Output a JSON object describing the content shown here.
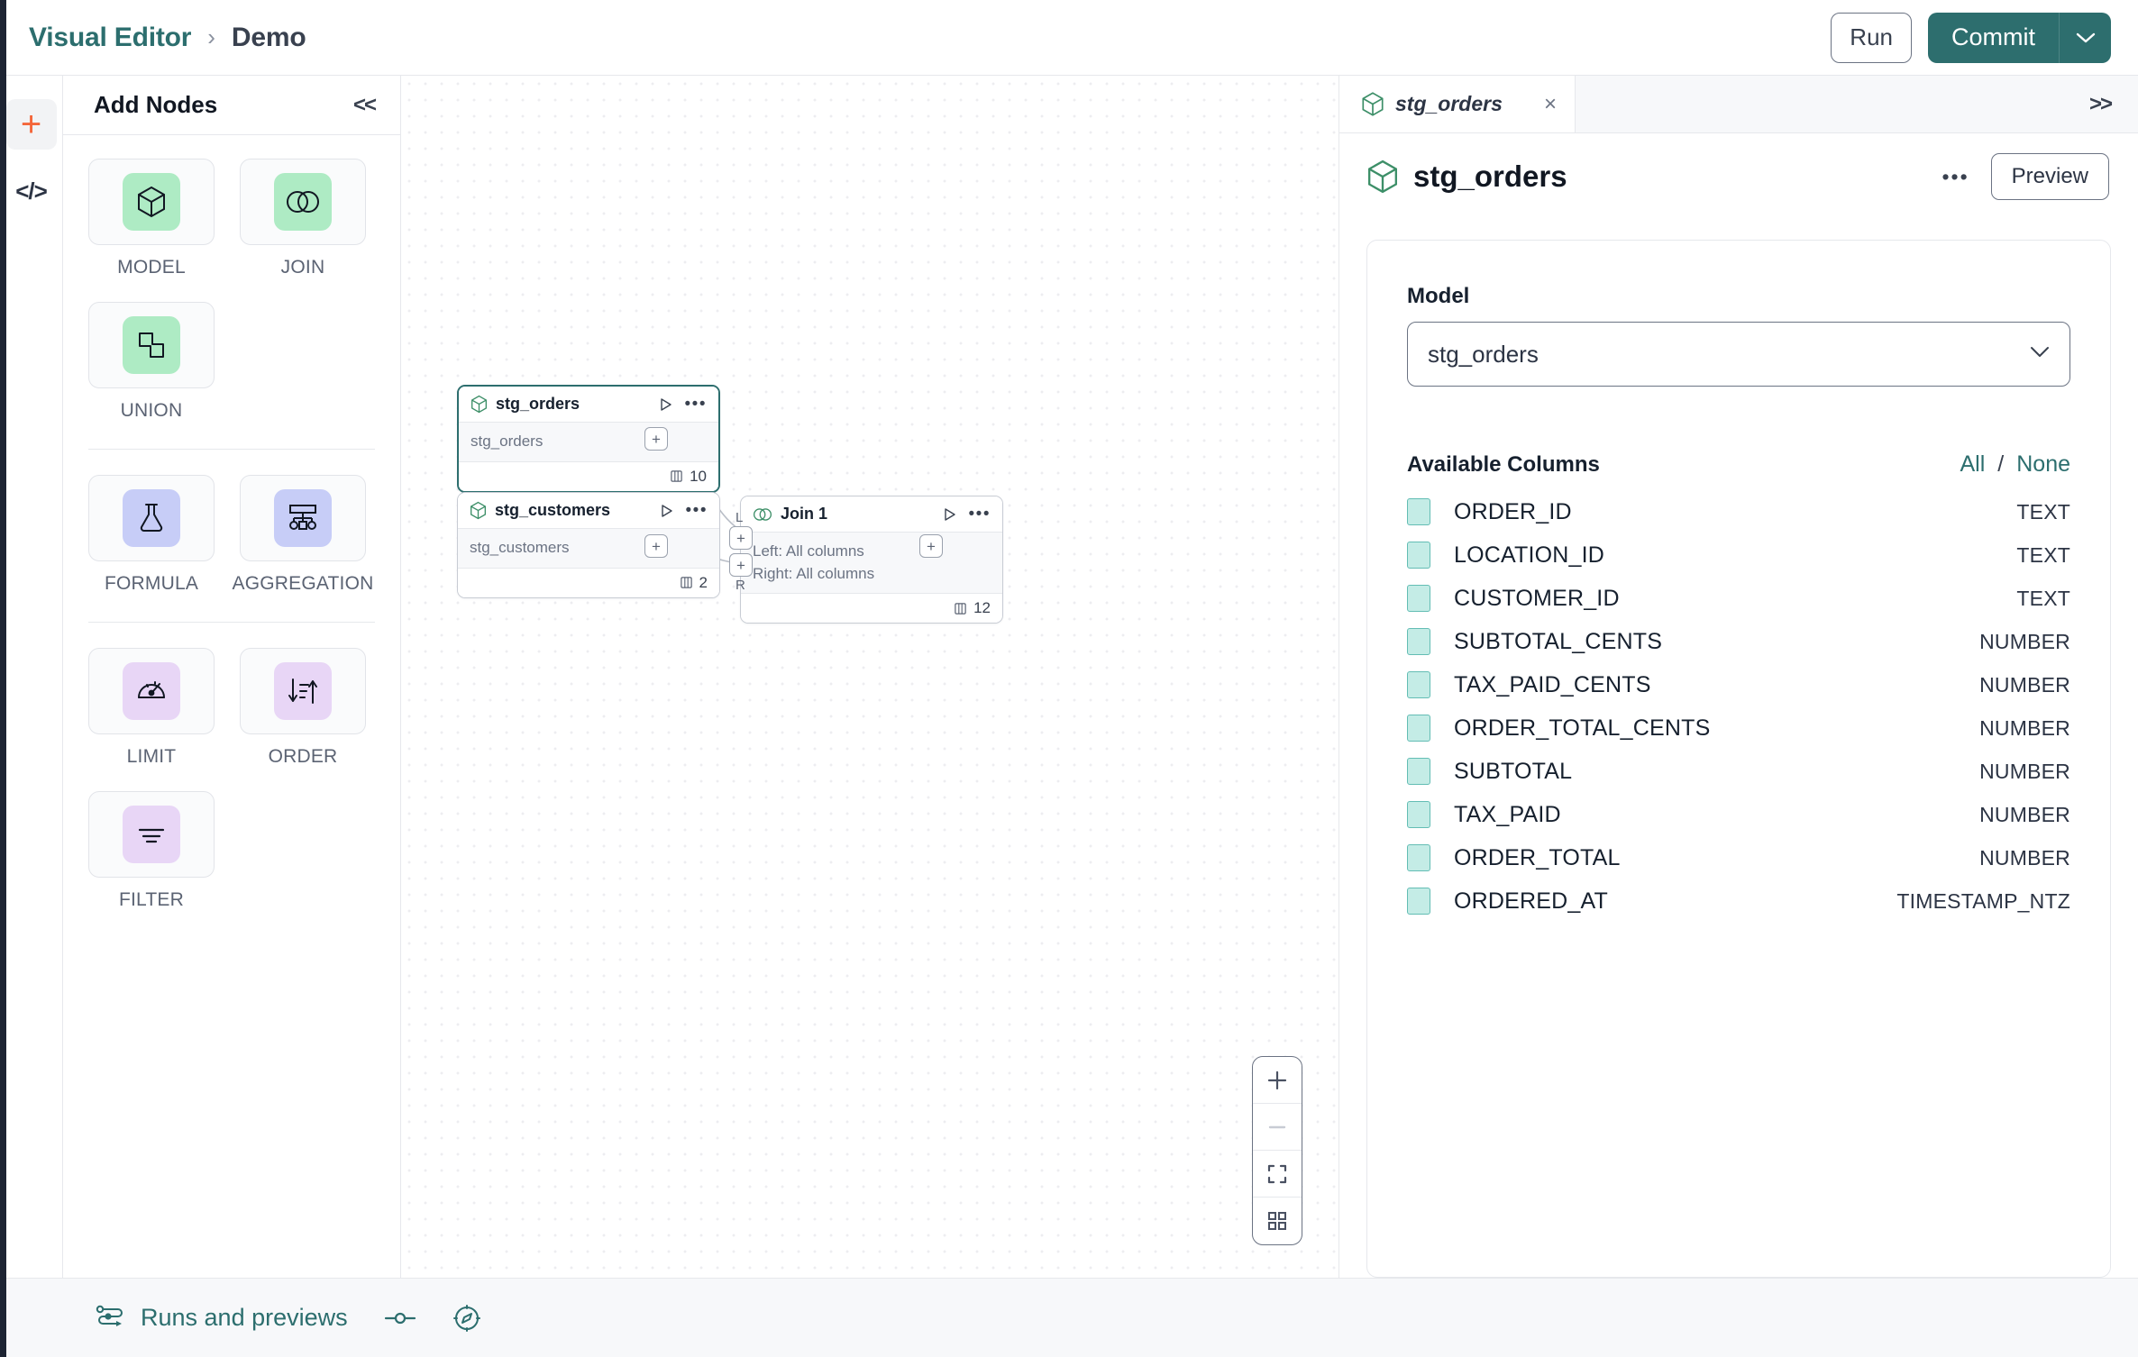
{
  "topbar": {
    "breadcrumb_root": "Visual Editor",
    "breadcrumb_sep": "›",
    "breadcrumb_current": "Demo",
    "run_label": "Run",
    "commit_label": "Commit"
  },
  "rail": {
    "add_icon": "plus-icon",
    "code_label": "</>"
  },
  "palette": {
    "title": "Add Nodes",
    "collapse_label": "<<",
    "groups": [
      {
        "items": [
          {
            "label": "MODEL",
            "icon": "cube-icon",
            "swatch": "green"
          },
          {
            "label": "JOIN",
            "icon": "venn-icon",
            "swatch": "green"
          },
          {
            "label": "UNION",
            "icon": "union-shapes-icon",
            "swatch": "green"
          }
        ]
      },
      {
        "items": [
          {
            "label": "FORMULA",
            "icon": "flask-icon",
            "swatch": "blue"
          },
          {
            "label": "AGGREGATION",
            "icon": "hierarchy-icon",
            "swatch": "blue"
          }
        ]
      },
      {
        "items": [
          {
            "label": "LIMIT",
            "icon": "speedometer-icon",
            "swatch": "pink"
          },
          {
            "label": "ORDER",
            "icon": "sort-icon",
            "swatch": "pink"
          },
          {
            "label": "FILTER",
            "icon": "filter-icon",
            "swatch": "pink"
          }
        ]
      }
    ]
  },
  "canvas": {
    "nodes": [
      {
        "id": "stg_orders",
        "title": "stg_orders",
        "icon": "cube-icon",
        "subtitle": "stg_orders",
        "subtitle2": "",
        "column_count": "10",
        "selected": true
      },
      {
        "id": "stg_customers",
        "title": "stg_customers",
        "icon": "cube-icon",
        "subtitle": "stg_customers",
        "subtitle2": "",
        "column_count": "2",
        "selected": false
      },
      {
        "id": "join_1",
        "title": "Join 1",
        "icon": "venn-icon",
        "subtitle": "Left: All columns",
        "subtitle2": "Right: All columns",
        "column_count": "12",
        "selected": false
      }
    ],
    "port_left_label": "L",
    "port_right_label": "R",
    "port_glyph": "+",
    "zoom_controls": [
      {
        "name": "zoom-in",
        "glyph": "+",
        "disabled": false
      },
      {
        "name": "zoom-out",
        "glyph": "−",
        "disabled": true
      },
      {
        "name": "fit-view",
        "glyph": "fit",
        "disabled": false
      },
      {
        "name": "minimap",
        "glyph": "grid",
        "disabled": false
      }
    ]
  },
  "inspector": {
    "tab_label": "stg_orders",
    "tab_icon": "cube-icon",
    "close_label": "×",
    "expand_label": ">>",
    "title": "stg_orders",
    "more_label": "•••",
    "preview_label": "Preview",
    "model_field_label": "Model",
    "model_value": "stg_orders",
    "columns_title": "Available Columns",
    "select_all_label": "All",
    "select_sep": "/",
    "select_none_label": "None",
    "columns": [
      {
        "name": "ORDER_ID",
        "type": "TEXT",
        "checked": true
      },
      {
        "name": "LOCATION_ID",
        "type": "TEXT",
        "checked": true
      },
      {
        "name": "CUSTOMER_ID",
        "type": "TEXT",
        "checked": true
      },
      {
        "name": "SUBTOTAL_CENTS",
        "type": "NUMBER",
        "checked": true
      },
      {
        "name": "TAX_PAID_CENTS",
        "type": "NUMBER",
        "checked": true
      },
      {
        "name": "ORDER_TOTAL_CENTS",
        "type": "NUMBER",
        "checked": true
      },
      {
        "name": "SUBTOTAL",
        "type": "NUMBER",
        "checked": true
      },
      {
        "name": "TAX_PAID",
        "type": "NUMBER",
        "checked": true
      },
      {
        "name": "ORDER_TOTAL",
        "type": "NUMBER",
        "checked": true
      },
      {
        "name": "ORDERED_AT",
        "type": "TIMESTAMP_NTZ",
        "checked": true
      }
    ]
  },
  "footer": {
    "runs_label": "Runs and previews",
    "runs_icon": "runs-icon",
    "toggle_icon": "toggle-icon",
    "compass_icon": "compass-icon"
  },
  "colors": {
    "accent_teal": "#2d6e6e",
    "accent_orange": "#f4663a",
    "swatch_green": "#aeebc4",
    "swatch_blue": "#c7cdf7",
    "swatch_pink": "#e8d6f6",
    "checkbox_fill": "#c4ece6"
  }
}
